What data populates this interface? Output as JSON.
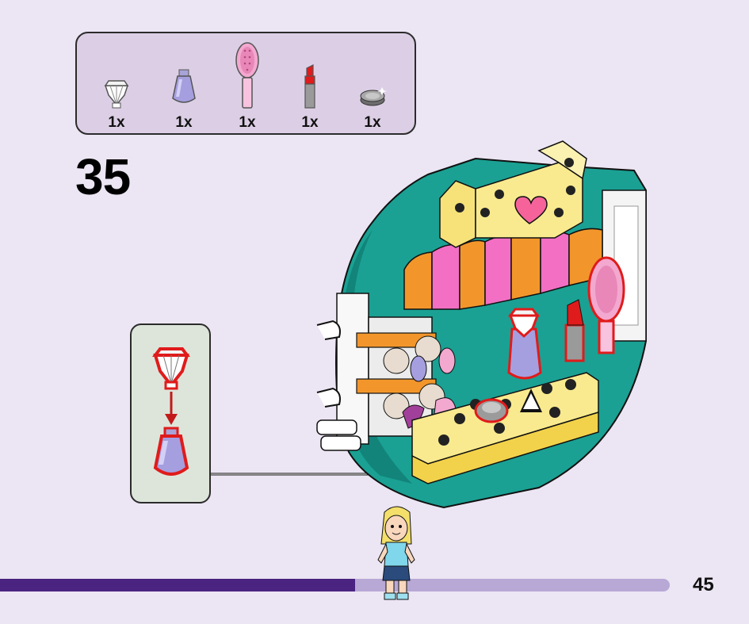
{
  "parts": [
    {
      "name": "diamond-gem",
      "qty": "1x"
    },
    {
      "name": "perfume-bottle",
      "qty": "1x"
    },
    {
      "name": "hairbrush",
      "qty": "1x"
    },
    {
      "name": "lipstick",
      "qty": "1x"
    },
    {
      "name": "round-tile",
      "qty": "1x"
    }
  ],
  "step_number": "35",
  "page_number": "45",
  "progress": {
    "fraction": 0.53
  },
  "colors": {
    "background": "#ece5f3",
    "parts_panel": "#dccfe5",
    "callout_panel": "#dde5da",
    "progress_track": "#b7a8d6",
    "progress_fill": "#4a2480",
    "highlight": "#e01b1b"
  }
}
